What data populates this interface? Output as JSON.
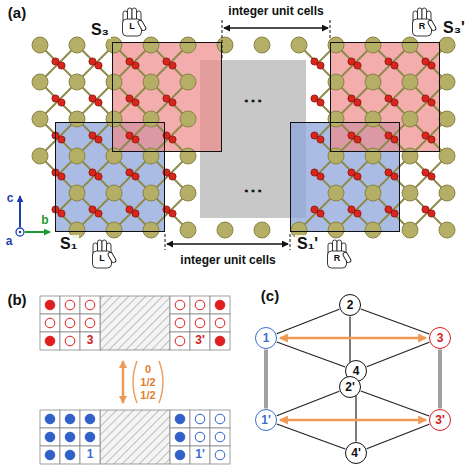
{
  "diagram": {
    "nodes": [
      {
        "text": [
          "S₃"
        ]
      },
      {
        "text": [
          "S₃'"
        ]
      },
      {
        "text": [
          "S₁"
        ]
      },
      {
        "text": [
          "S₁'"
        ]
      },
      {
        "text": [
          "1"
        ]
      },
      {
        "text": [
          "2"
        ]
      },
      {
        "text": [
          "3"
        ]
      },
      {
        "text": [
          "4"
        ]
      },
      {
        "text": [
          "1'"
        ]
      },
      {
        "text": [
          "2'"
        ]
      },
      {
        "text": [
          "3'"
        ]
      },
      {
        "text": [
          "4'"
        ]
      }
    ],
    "edges": [
      {
        "from": 4,
        "to": 5,
        "arrow": "none"
      },
      {
        "from": 5,
        "to": 6,
        "arrow": "none"
      },
      {
        "from": 6,
        "to": 7,
        "arrow": "none"
      },
      {
        "from": 7,
        "to": 4,
        "arrow": "none"
      },
      {
        "from": 8,
        "to": 9,
        "arrow": "none"
      },
      {
        "from": 9,
        "to": 10,
        "arrow": "none"
      },
      {
        "from": 10,
        "to": 11,
        "arrow": "none"
      },
      {
        "from": 11,
        "to": 8,
        "arrow": "none"
      },
      {
        "from": 4,
        "to": 8,
        "arrow": "none"
      },
      {
        "from": 5,
        "to": 9,
        "arrow": "none"
      },
      {
        "from": 6,
        "to": 10,
        "arrow": "none"
      },
      {
        "from": 7,
        "to": 11,
        "arrow": "none"
      },
      {
        "from": 4,
        "to": 6,
        "arrow": "both"
      },
      {
        "from": 8,
        "to": 10,
        "arrow": "both"
      }
    ],
    "labels": [
      "(a)",
      "integer unit cells",
      "⋯",
      "L",
      "R",
      "L",
      "R",
      "integer unit cells",
      "⋯",
      "c",
      "a",
      "b",
      "(b)",
      "3",
      "3'",
      "0 1/2 1/2",
      "1",
      "1'",
      "(c)"
    ]
  }
}
